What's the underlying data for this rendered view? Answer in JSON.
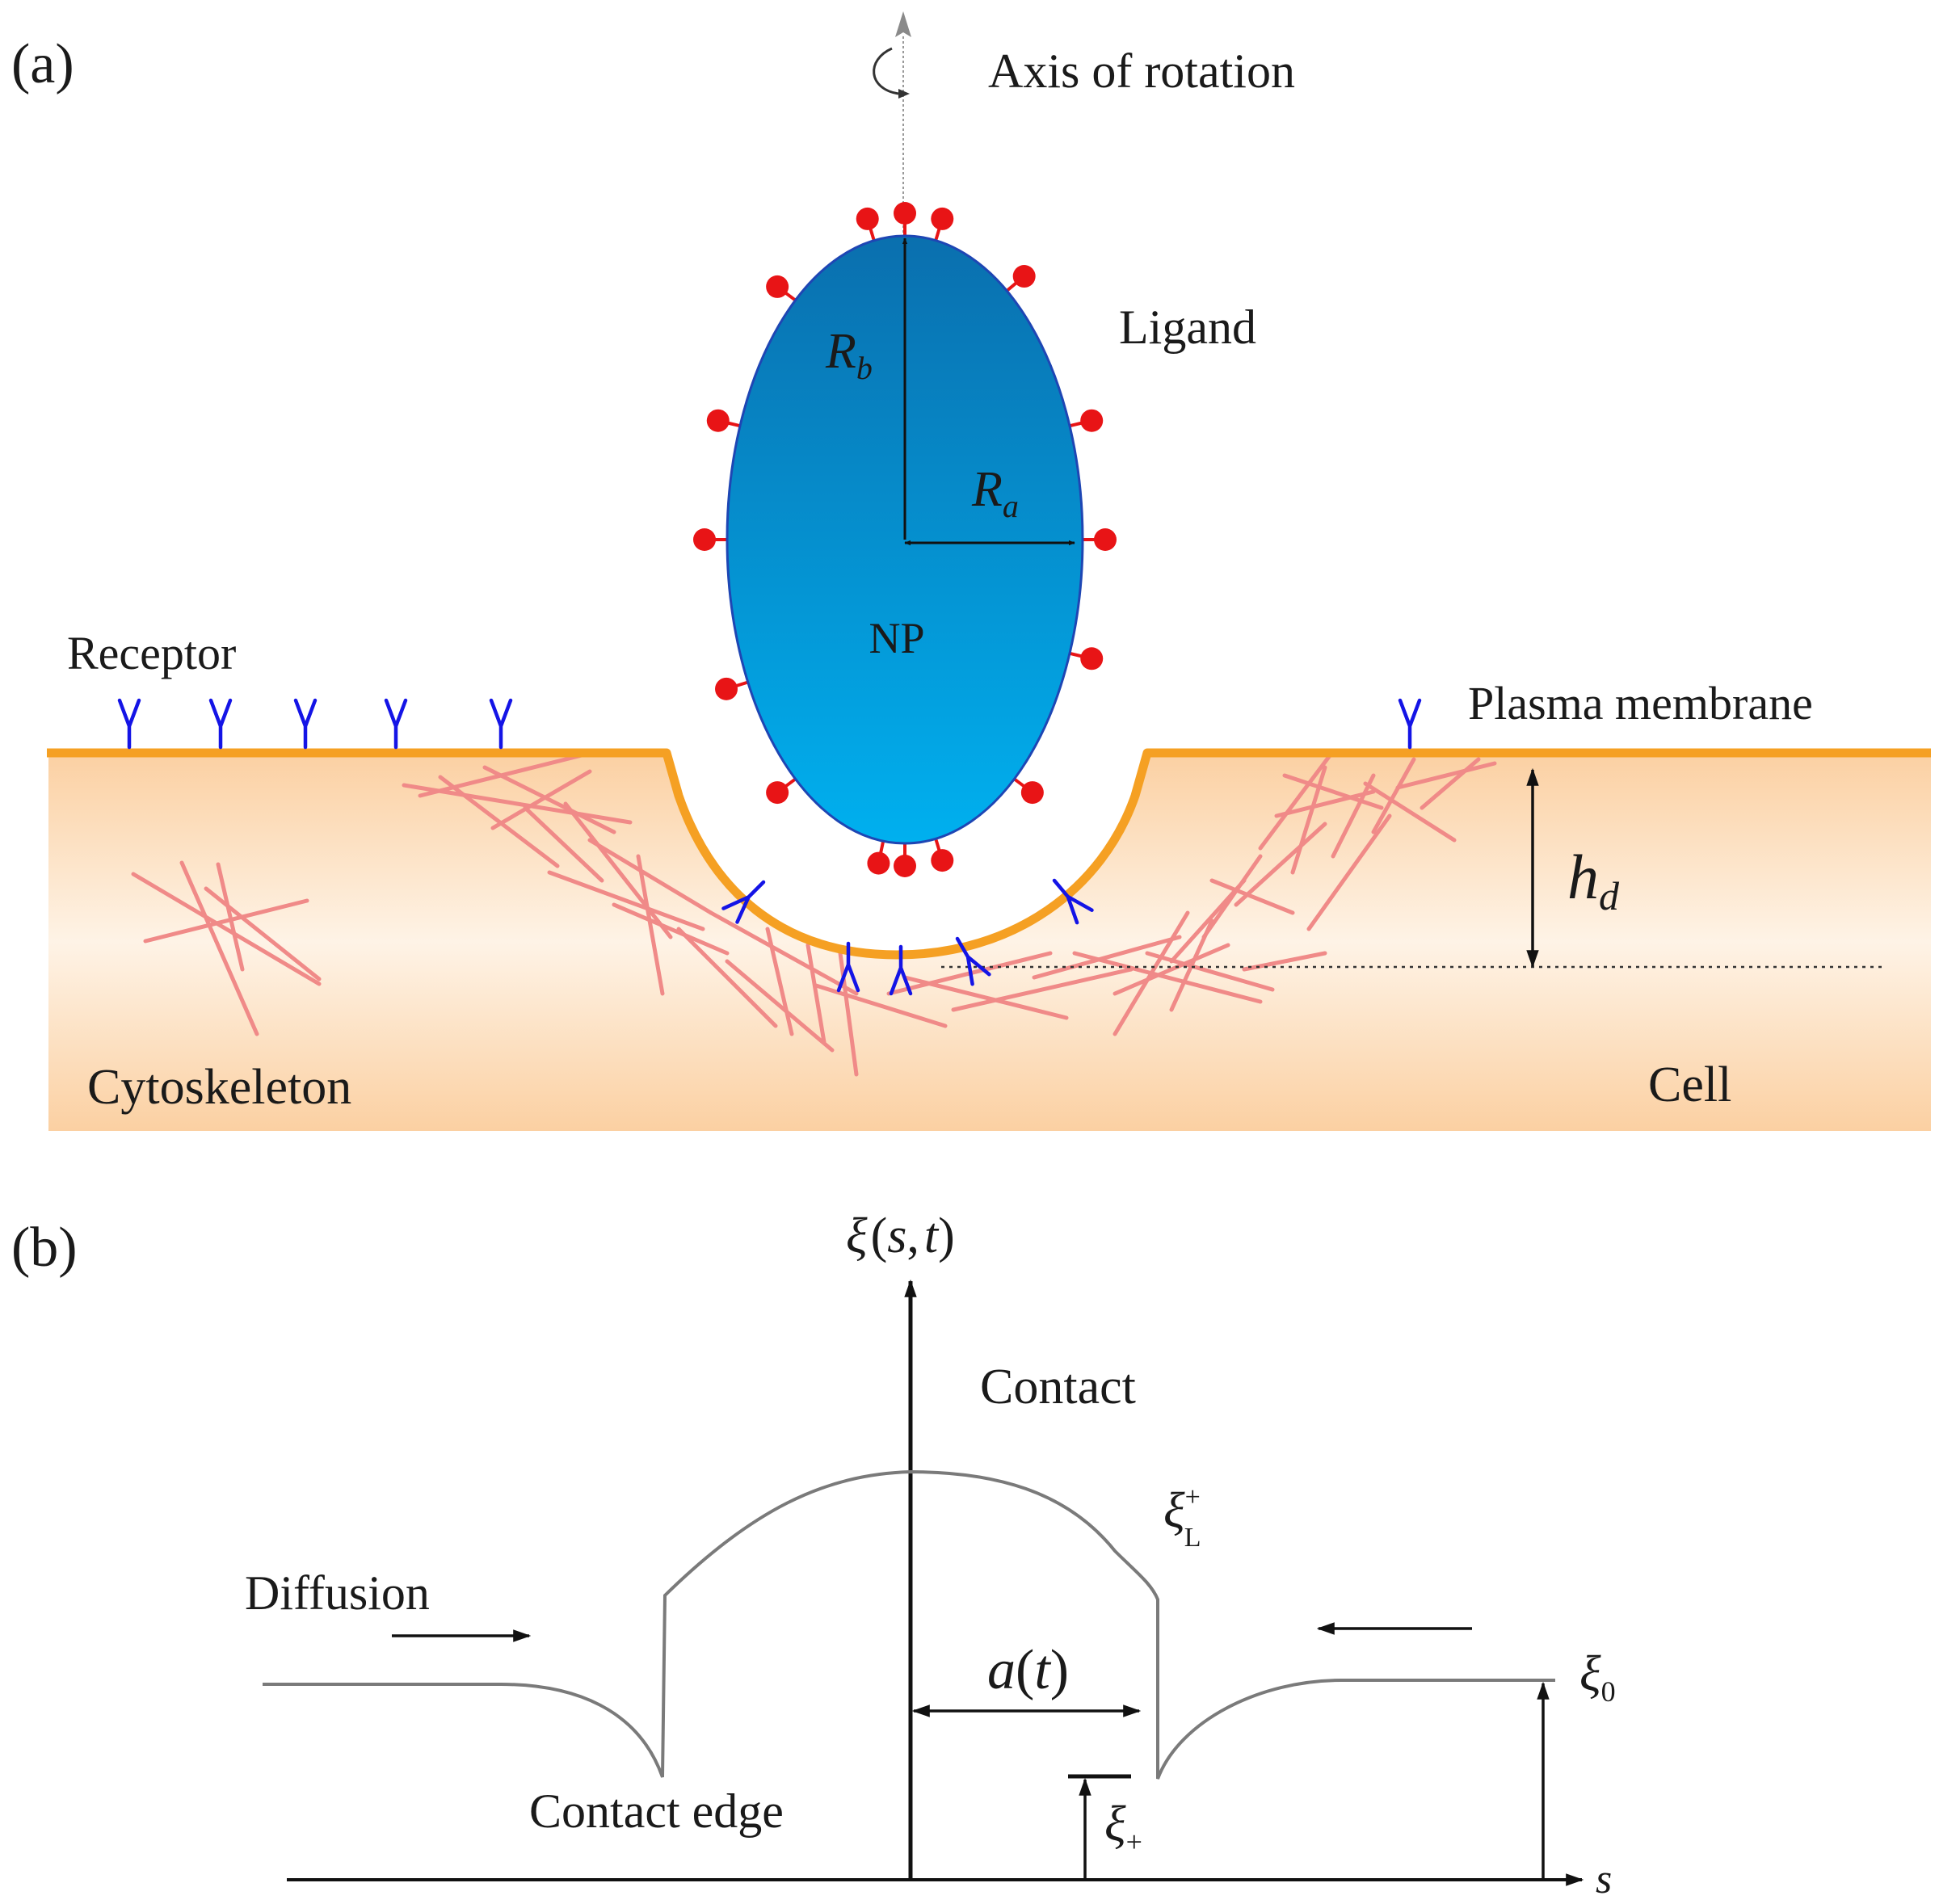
{
  "panel_a": {
    "tag": "(a)",
    "axis_label": "Axis of rotation",
    "ligand_label": "Ligand",
    "receptor_label": "Receptor",
    "membrane_label": "Plasma membrane",
    "cytoskeleton_label": "Cytoskeleton",
    "cell_label": "Cell",
    "np_label": "NP",
    "rb_main": "R",
    "rb_sub": "b",
    "ra_main": "R",
    "ra_sub": "a",
    "hd_main": "h",
    "hd_sub": "d"
  },
  "panel_b": {
    "tag": "(b)",
    "y_axis": {
      "sym": "ξ",
      "lp": "(",
      "s": "s",
      "comma": ",",
      "t": "t",
      "rp": ")"
    },
    "x_axis": "s",
    "contact_label": "Contact",
    "diffusion_label": "Diffusion",
    "contact_edge_label": "Contact edge",
    "xiL": {
      "sym": "ξ",
      "sup": "+",
      "sub": "L"
    },
    "xi0": {
      "sym": "ξ",
      "sub": "0"
    },
    "xiplus": {
      "sym": "ξ",
      "sub": "+"
    },
    "a_t": {
      "a": "a",
      "lp": "(",
      "t": "t",
      "rp": ")"
    }
  },
  "colors": {
    "np_top": "#0a6fae",
    "np_bottom": "#00b0ef",
    "ligand": "#e81416",
    "receptor": "#1414e6",
    "membrane": "#f5a023",
    "cell_top": "#fbd0a2",
    "cell_mid": "#fef3e6",
    "cytoskeleton": "#f08a88",
    "curve": "#7a7a7a"
  }
}
